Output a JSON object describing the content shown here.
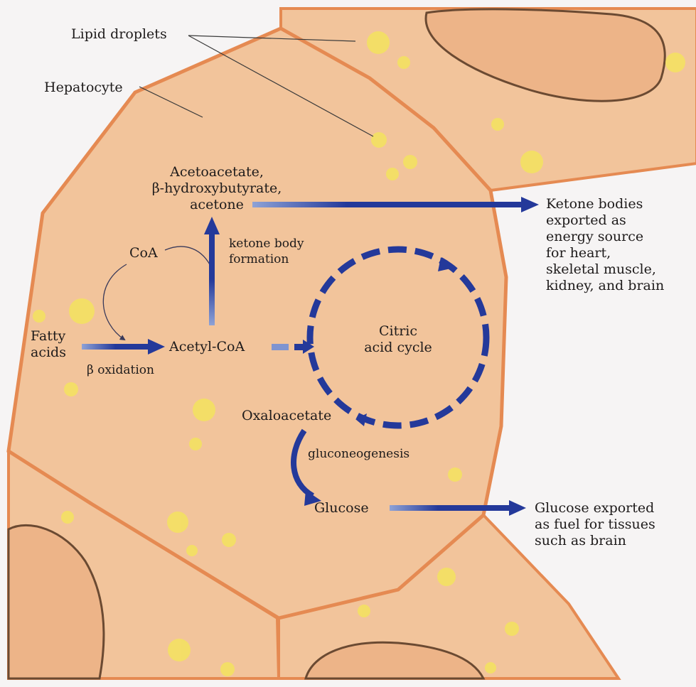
{
  "labels": {
    "lipid_droplets": "Lipid droplets",
    "hepatocyte": "Hepatocyte",
    "ketone_products": [
      "Acetoacetate,",
      "β-hydroxybutyrate,",
      "acetone"
    ],
    "ketone_body_formation": [
      "ketone body",
      "formation"
    ],
    "coa": "CoA",
    "fatty_acids": [
      "Fatty",
      "acids"
    ],
    "beta_oxidation": "β oxidation",
    "acetyl_coa": "Acetyl-CoA",
    "citric_acid_cycle": [
      "Citric",
      "acid cycle"
    ],
    "oxaloacetate": "Oxaloacetate",
    "gluconeogenesis": "gluconeogenesis",
    "glucose": "Glucose",
    "ketone_export": [
      "Ketone bodies",
      "exported as",
      "energy source",
      "for heart,",
      "skeletal muscle,",
      "kidney, and brain"
    ],
    "glucose_export": [
      "Glucose exported",
      "as fuel for tissues",
      "such as brain"
    ]
  },
  "colors": {
    "cell_fill": "#f2c49b",
    "cell_edge": "#e58a52",
    "nucleus_fill": "#edb488",
    "nucleus_edge": "#6b4a32",
    "droplet": "#f4e35f",
    "arrow": "#24399a",
    "arrow_light": "#8ea2d6"
  }
}
